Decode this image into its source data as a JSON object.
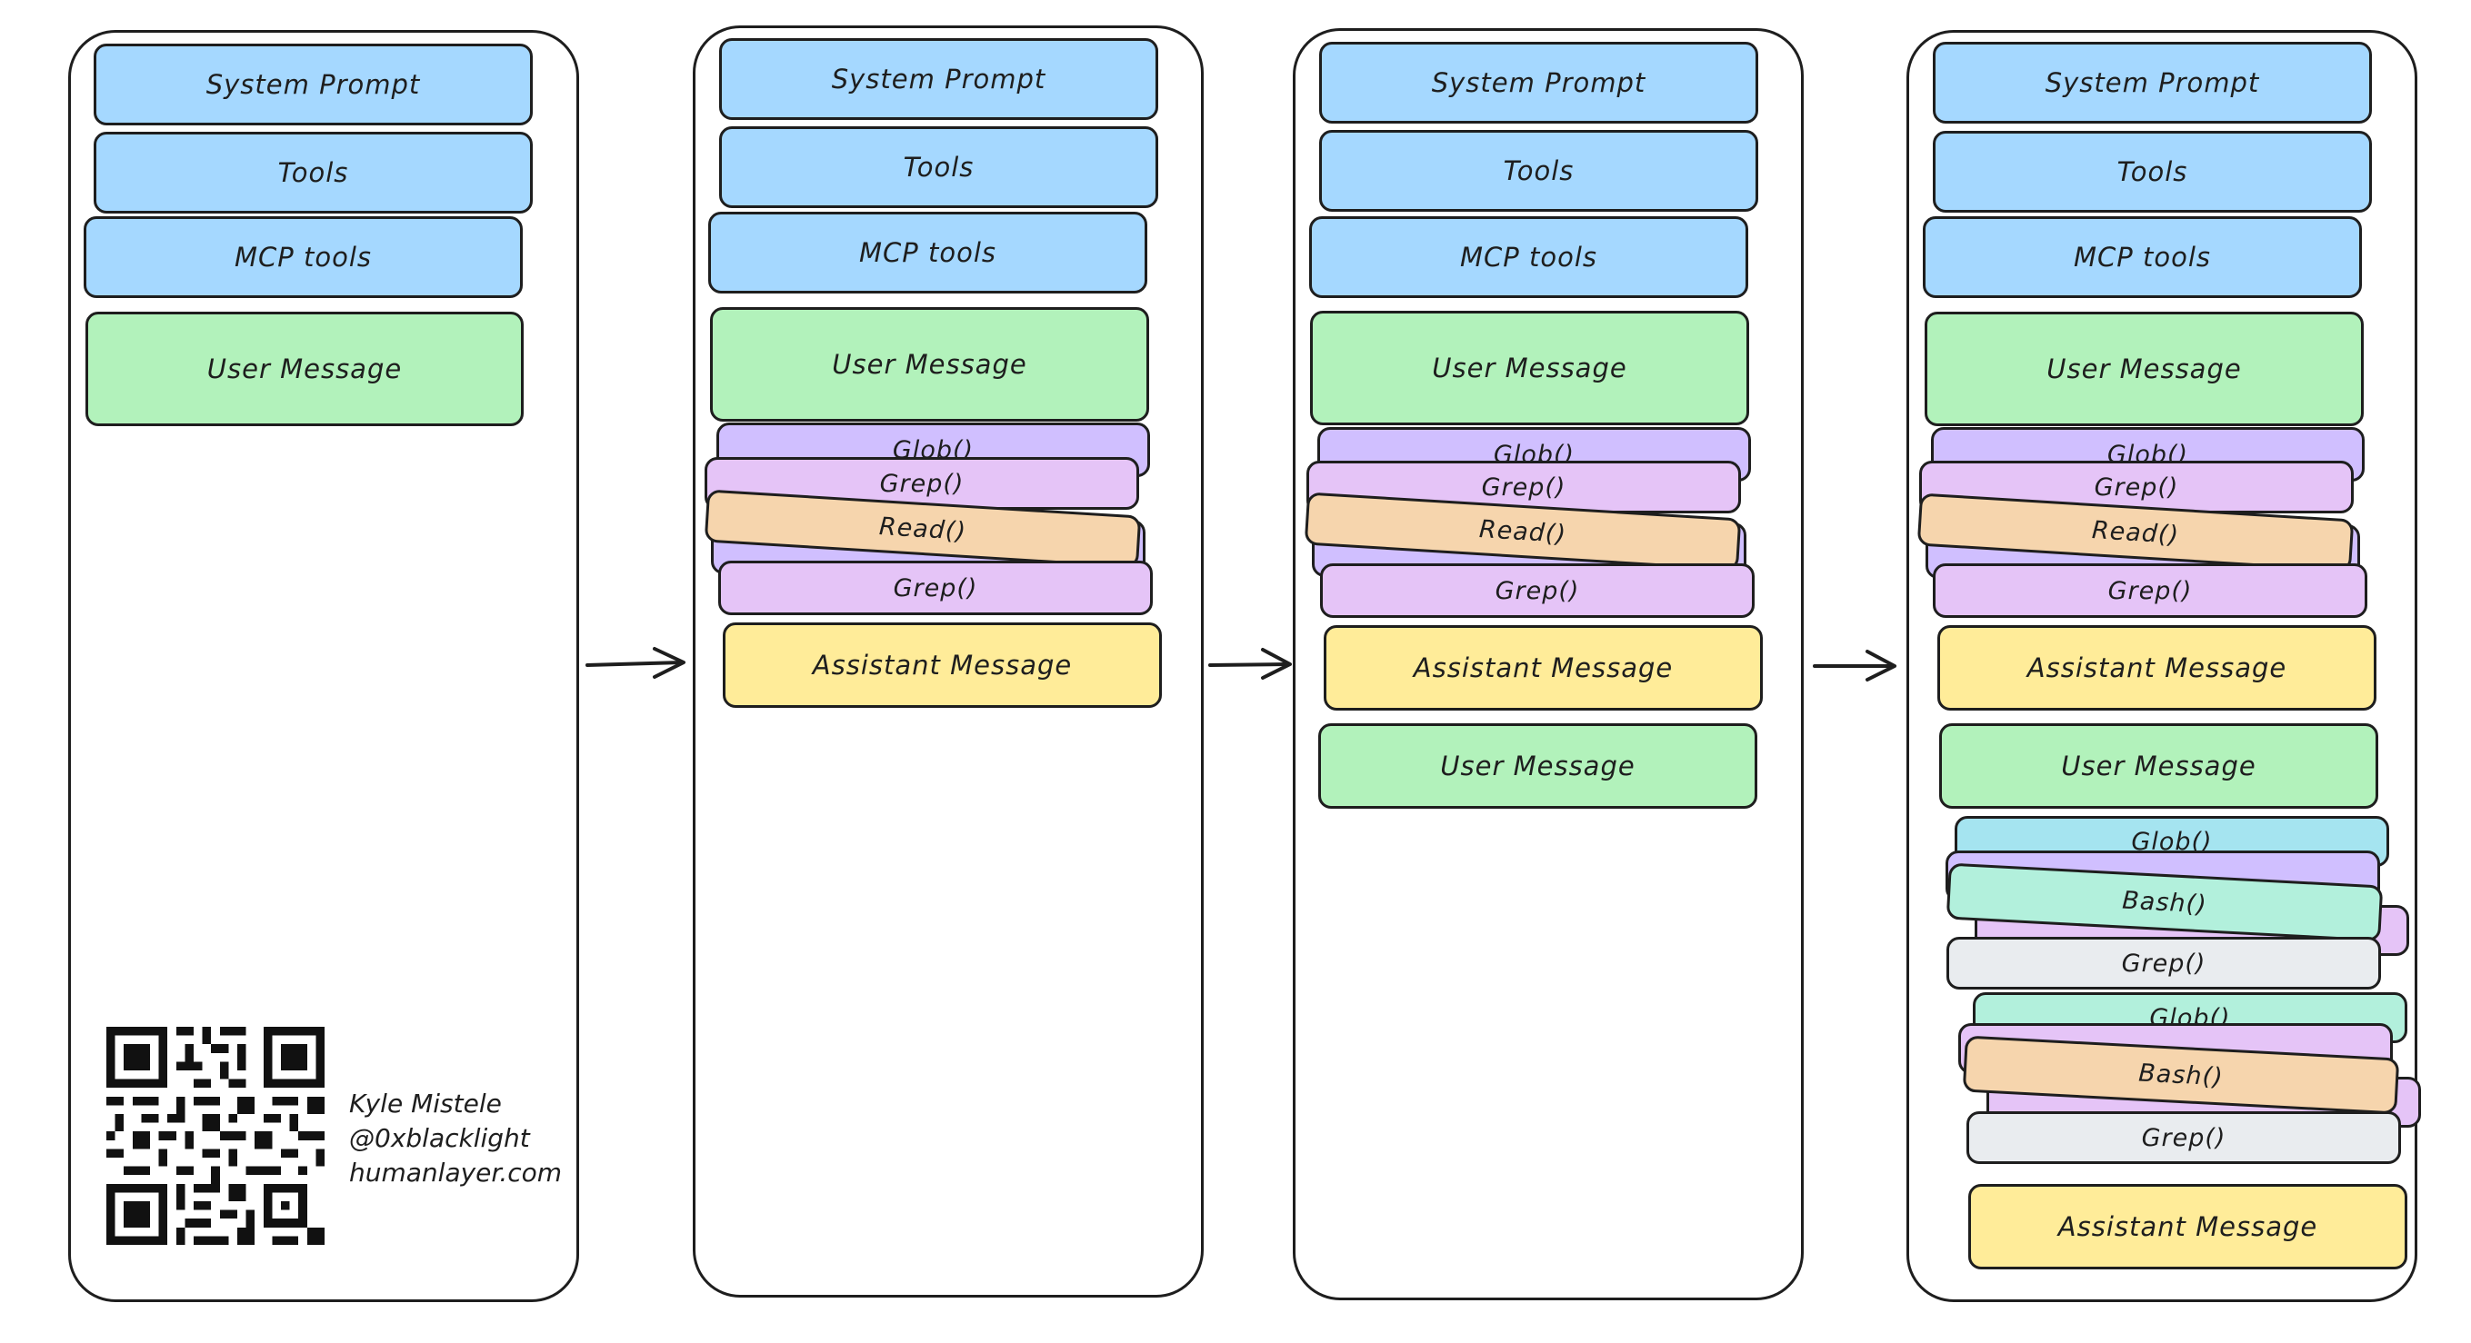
{
  "colors": {
    "blue": "#a5d8ff",
    "green": "#b2f2bb",
    "purple": "#d0bfff",
    "violet": "#e5c4f7",
    "orange": "#f6d5ad",
    "yellow": "#ffec99",
    "cyan": "#a5e4f0",
    "teal": "#b2f0dc",
    "gray": "#e9ecef"
  },
  "labels": {
    "system_prompt": "System Prompt",
    "tools": "Tools",
    "mcp_tools": "MCP tools",
    "user_message": "User Message",
    "assistant_message": "Assistant Message",
    "glob": "Glob()",
    "grep": "Grep()",
    "read": "Read()",
    "bash": "Bash()"
  },
  "author": {
    "name": "Kyle Mistele",
    "handle": "@0xblacklight",
    "site": "humanlayer.com"
  }
}
